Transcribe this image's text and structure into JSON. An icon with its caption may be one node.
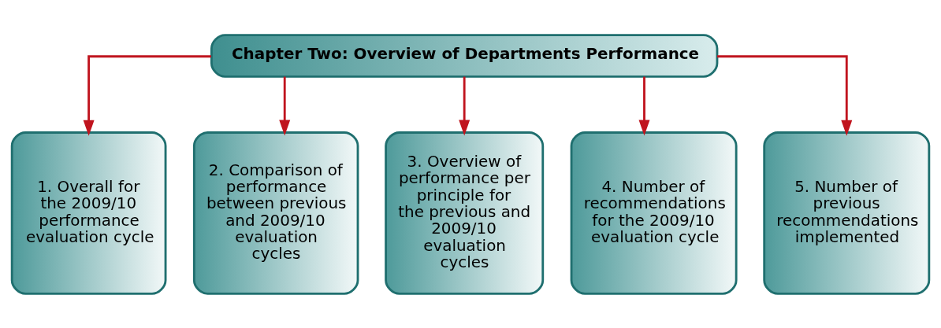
{
  "diagram": {
    "nodes": [
      {
        "text": [
          "Chapter Two: Overview of Departments Performance"
        ]
      },
      {
        "text": [
          "1. Overall for the 2009/10 performance evaluation cycle"
        ]
      },
      {
        "text": [
          "2. Comparison of performance between previous and 2009/10 evaluation cycles"
        ]
      },
      {
        "text": [
          "3. Overview of performance per principle for the previous and 2009/10 evaluation cycles"
        ]
      },
      {
        "text": [
          "4. Number of recommendations for the 2009/10 evaluation cycle"
        ]
      },
      {
        "text": [
          "5. Number of previous recommendations implemented"
        ]
      }
    ],
    "edges": [
      {
        "from": 0,
        "to": 1,
        "arrow": "to"
      },
      {
        "from": 0,
        "to": 2,
        "arrow": "to"
      },
      {
        "from": 0,
        "to": 3,
        "arrow": "to"
      },
      {
        "from": 0,
        "to": 4,
        "arrow": "to"
      },
      {
        "from": 0,
        "to": 5,
        "arrow": "to"
      }
    ]
  }
}
